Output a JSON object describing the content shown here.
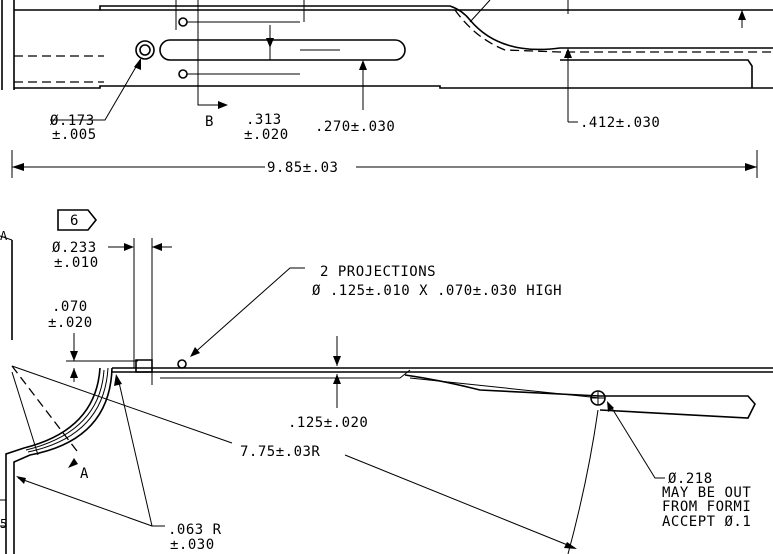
{
  "colors": {
    "line": "#000000",
    "background": "#ffffff"
  },
  "top_view": {
    "hole_dia": [
      "Ø.173",
      "±.005"
    ],
    "section_marker": "B",
    "slot_width": [
      ".313",
      "±.020"
    ],
    "slot_offset": ".270±.030",
    "step_height": ".412±.030",
    "overall_length": "9.85±.03"
  },
  "side_view": {
    "note_flag": "6",
    "rib_dia": [
      "Ø.233",
      "±.010"
    ],
    "rib_height": [
      ".070",
      "±.020"
    ],
    "projections_note": [
      "2 PROJECTIONS",
      "Ø .125±.010 X .070±.030 HIGH"
    ],
    "thickness": ".125±.020",
    "bend_radius": "7.75±.03R",
    "section_marker": "A",
    "section_marker_lower": "A",
    "corner_radius": [
      ".063 R",
      "±.030"
    ],
    "hole_note": [
      "Ø.218",
      "MAY BE OUT",
      "FROM FORMI",
      "ACCEPT Ø.1"
    ],
    "edge_label": "5"
  }
}
